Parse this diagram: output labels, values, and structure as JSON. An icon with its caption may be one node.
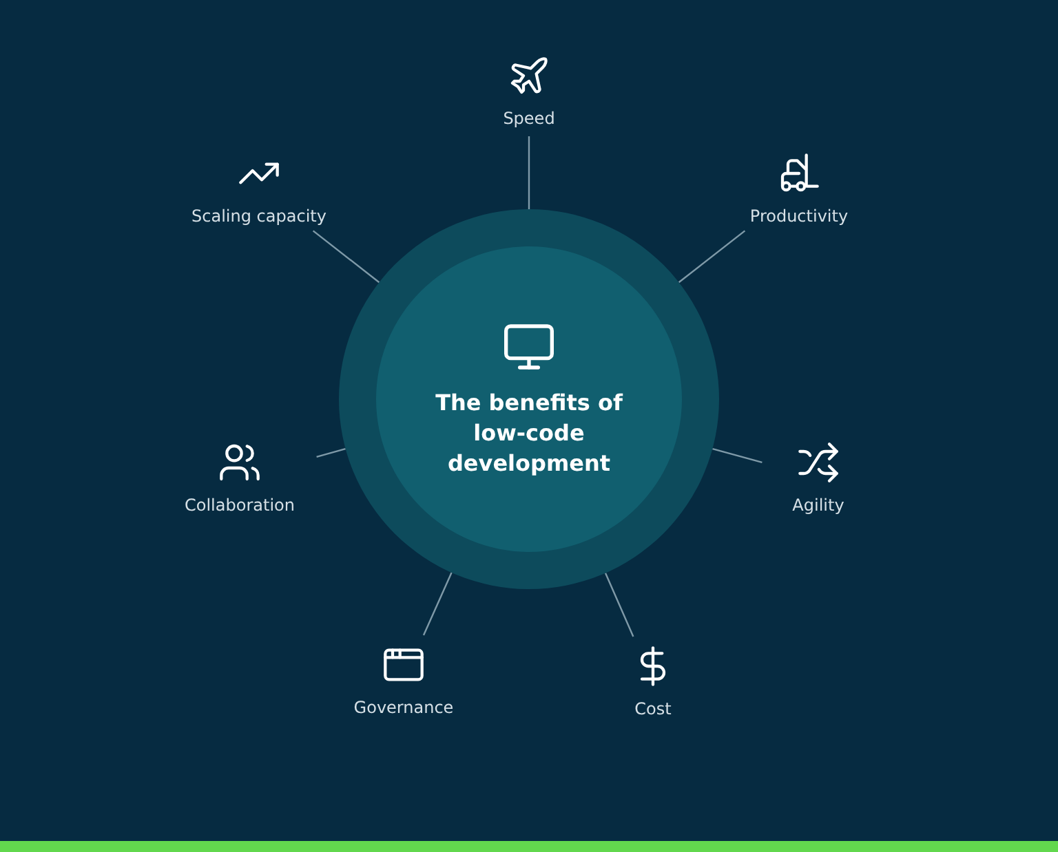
{
  "diagram": {
    "nodes": [
      {
        "text": [
          "The benefits of low-code development"
        ]
      },
      {
        "text": [
          "Speed"
        ]
      },
      {
        "text": [
          "Productivity"
        ]
      },
      {
        "text": [
          "Agility"
        ]
      },
      {
        "text": [
          "Cost"
        ]
      },
      {
        "text": [
          "Governance"
        ]
      },
      {
        "text": [
          "Collaboration"
        ]
      },
      {
        "text": [
          "Scaling capacity"
        ]
      }
    ],
    "edges": [
      {
        "from": 0,
        "to": 1,
        "arrow": "none"
      },
      {
        "from": 0,
        "to": 2,
        "arrow": "none"
      },
      {
        "from": 0,
        "to": 3,
        "arrow": "none"
      },
      {
        "from": 0,
        "to": 4,
        "arrow": "none"
      },
      {
        "from": 0,
        "to": 5,
        "arrow": "none"
      },
      {
        "from": 0,
        "to": 6,
        "arrow": "none"
      },
      {
        "from": 0,
        "to": 7,
        "arrow": "none"
      }
    ]
  }
}
